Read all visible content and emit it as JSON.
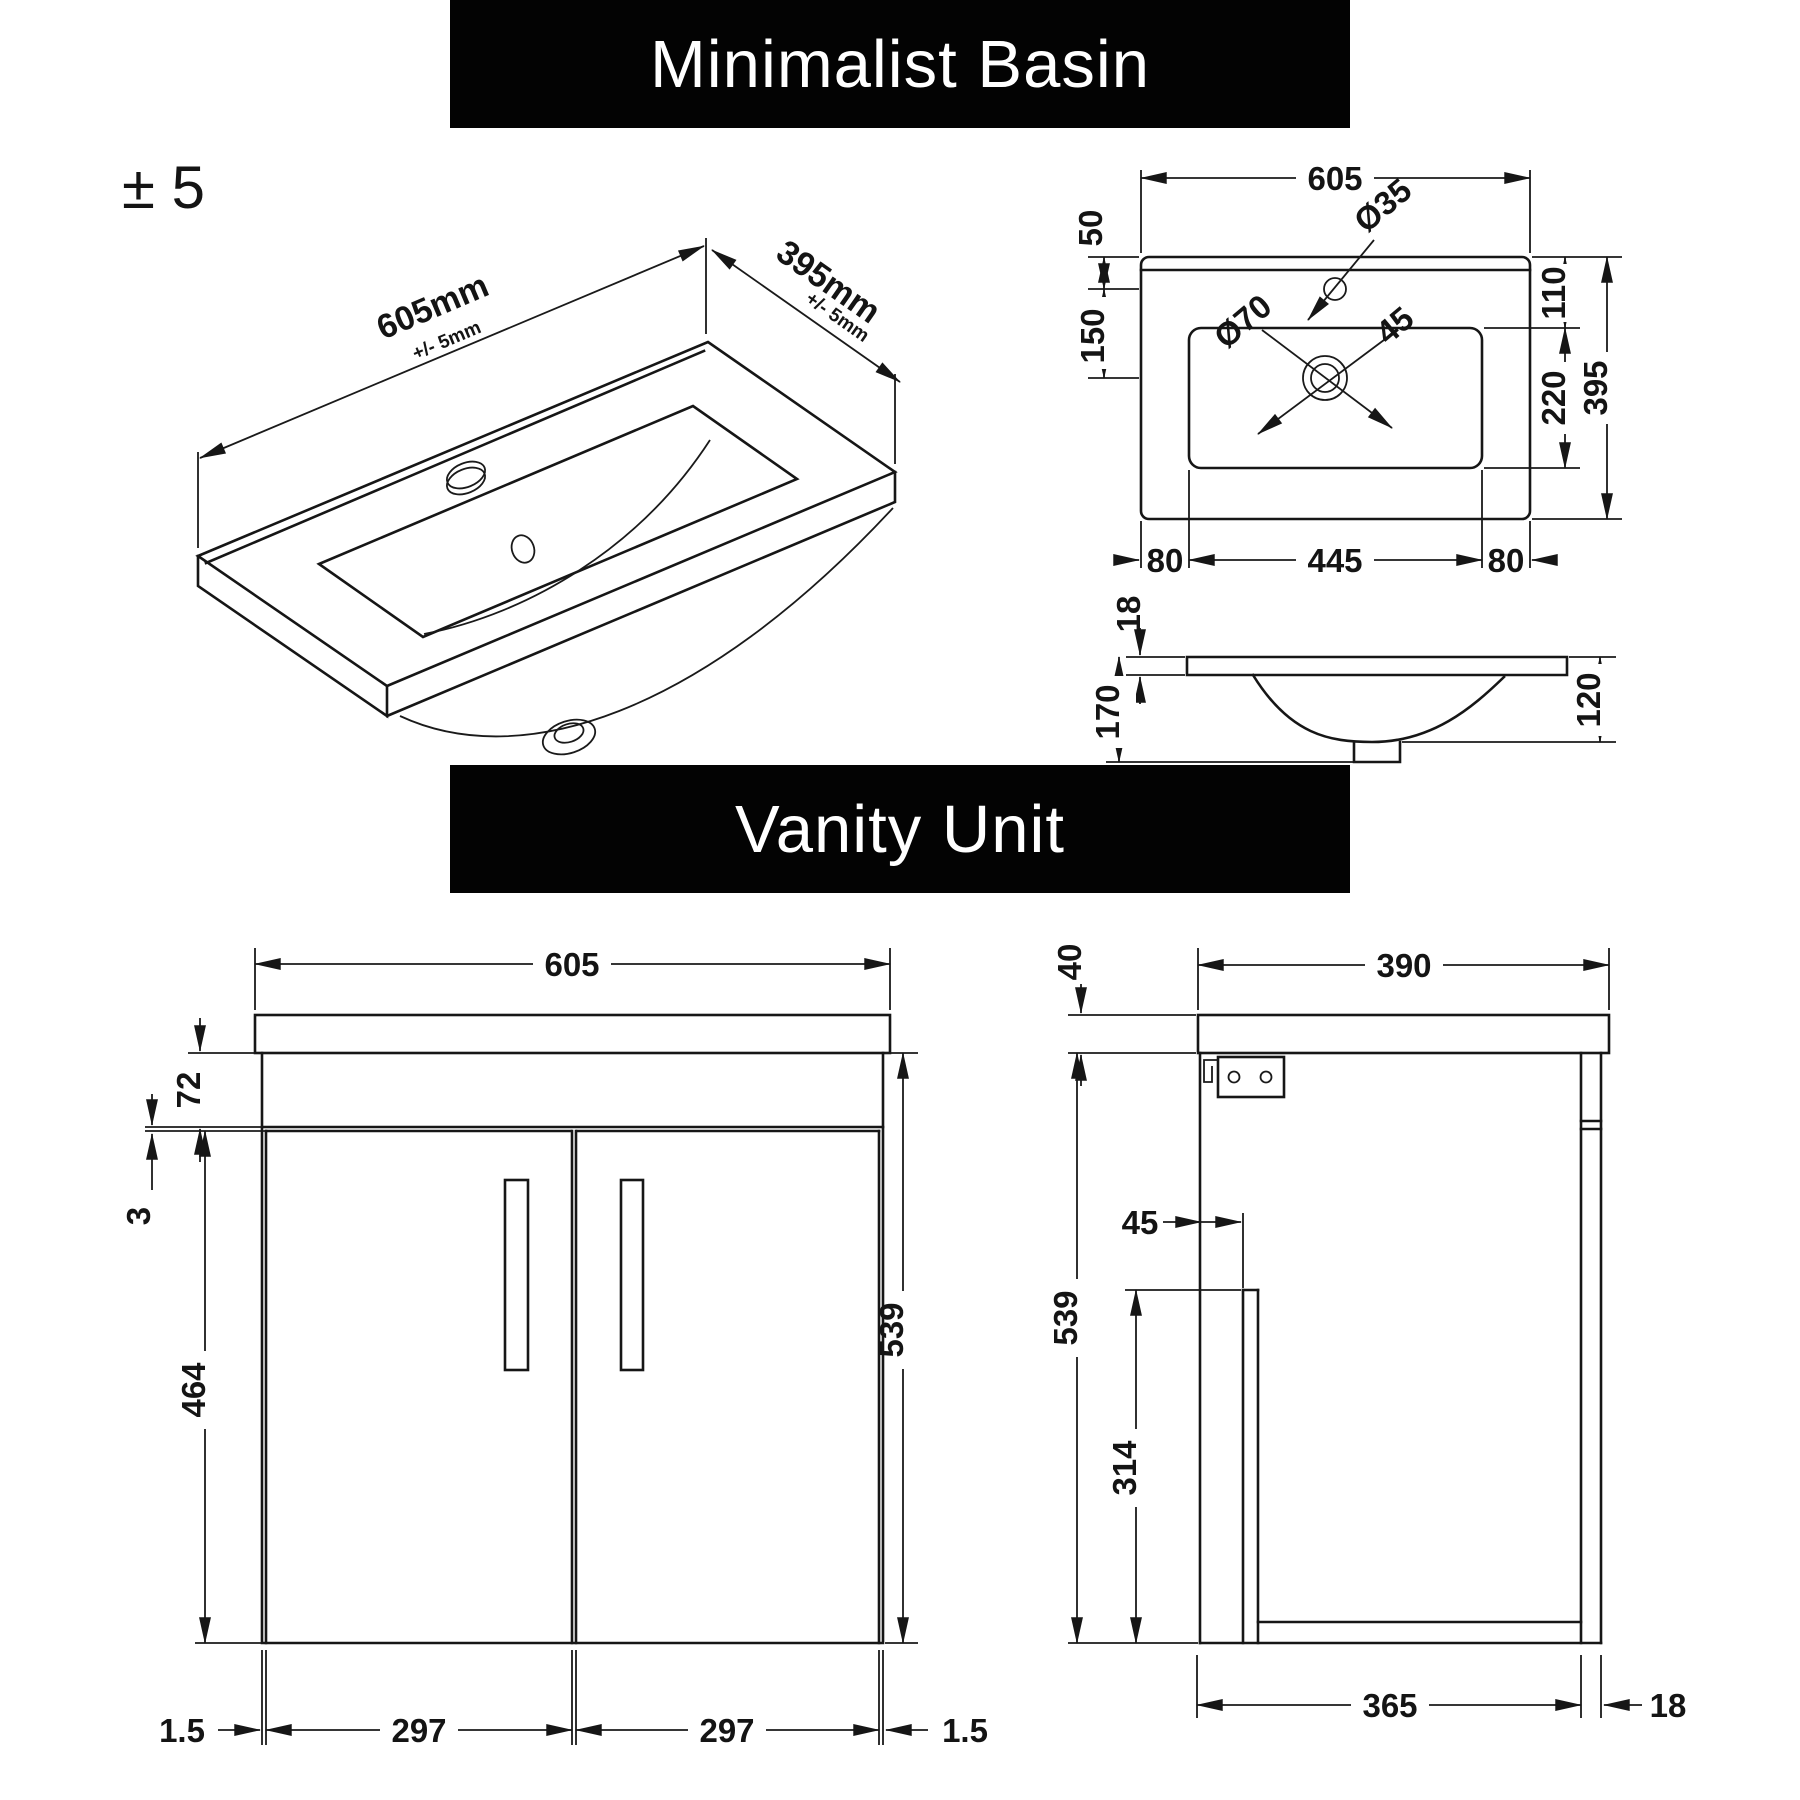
{
  "banners": {
    "basin": "Minimalist Basin",
    "vanity": "Vanity Unit"
  },
  "tolerance_note": "± 5",
  "basin_iso": {
    "width": "605mm",
    "width_tol": "+/- 5mm",
    "depth": "395mm",
    "depth_tol": "+/- 5mm"
  },
  "basin_plan": {
    "overall_width": "605",
    "back_to_tap": "50",
    "tap_to_drain": "150",
    "tap_hole_dia": "Ø35",
    "drain_outer_dia": "Ø70",
    "drain_inner_dia": "45",
    "back_to_bowl": "110",
    "bowl_depth": "220",
    "overall_depth": "395",
    "left_margin": "80",
    "bowl_width": "445",
    "right_margin": "80"
  },
  "basin_section": {
    "rim_thickness": "18",
    "overall_height": "170",
    "bowl_height": "120"
  },
  "vanity_front": {
    "overall_width": "605",
    "worktop_zone": "72",
    "door_gap": "3",
    "door_height": "464",
    "unit_height": "539",
    "left_reveal": "1.5",
    "left_door_width": "297",
    "right_door_width": "297",
    "right_reveal": "1.5"
  },
  "vanity_side": {
    "worktop_thickness": "40",
    "overall_depth": "390",
    "back_gap": "45",
    "unit_height": "539",
    "back_panel_height": "314",
    "internal_depth": "365",
    "panel_thickness": "18"
  }
}
